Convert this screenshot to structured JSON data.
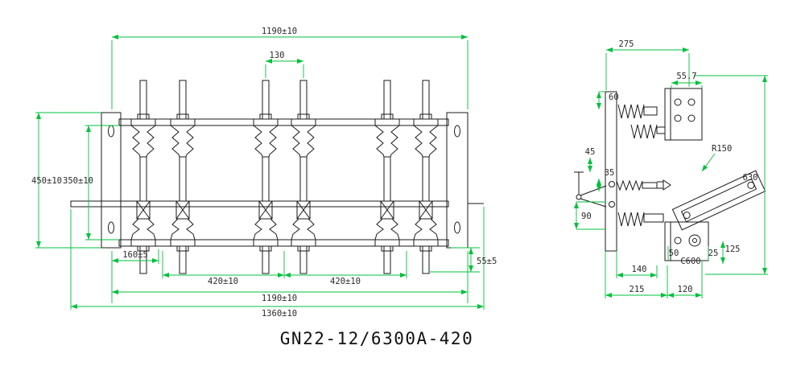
{
  "title": "GN22-12/6300A-420",
  "colors": {
    "dimension_line": "#00c03c",
    "drawing_line": "#1a1a1a"
  },
  "front_view": {
    "dims": {
      "total_top": "1190±10",
      "blade_gap": "130",
      "height_outer": "450±10",
      "height_inner": "350±10",
      "base_offset": "160±5",
      "phase_spacing_left": "420±10",
      "phase_spacing_right": "420±10",
      "right_offset": "55±5",
      "total_bottom": "1190±10",
      "overall": "1360±10"
    }
  },
  "side_view": {
    "dims": {
      "top_width": "275",
      "box_width": "55.7",
      "d60": "60",
      "d45": "45",
      "d35": "35",
      "d90": "90",
      "radius": "R150",
      "height": "630",
      "d50": "50",
      "c600": "C600",
      "d25": "25",
      "d125": "125",
      "d140": "140",
      "d215": "215",
      "d120": "120"
    }
  }
}
